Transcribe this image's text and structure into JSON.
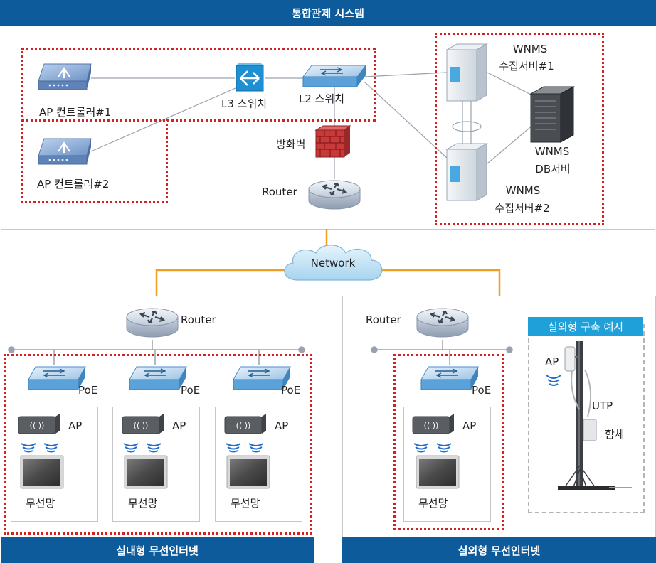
{
  "header": {
    "title": "통합관제 시스템"
  },
  "center": {
    "ap_controller_1": "AP 컨트롤러#1",
    "ap_controller_2": "AP 컨트롤러#2",
    "l3_switch": "L3 스위치",
    "l2_switch": "L2 스위치",
    "firewall": "방화벽",
    "router": "Router",
    "wnms_collect_1_line1": "WNMS",
    "wnms_collect_1_line2": "수집서버#1",
    "wnms_collect_2_line1": "WNMS",
    "wnms_collect_2_line2": "수집서버#2",
    "wnms_db_line1": "WNMS",
    "wnms_db_line2": "DB서버"
  },
  "network": {
    "label": "Network"
  },
  "indoor": {
    "router": "Router",
    "poe": "PoE",
    "ap": "AP",
    "wireless": "무선망",
    "footer": "실내형 무선인터넷"
  },
  "outdoor": {
    "router": "Router",
    "poe": "PoE",
    "ap": "AP",
    "wireless": "무선망",
    "footer": "실외형 무선인터넷",
    "example_title": "실외형 구축 예시",
    "example_ap": "AP",
    "example_utp": "UTP",
    "example_box": "함체"
  },
  "colors": {
    "header_bar": "#0d5b9b",
    "dotted_border": "#d42020",
    "network_link": "#f0a020",
    "example_title": "#1fa0d8"
  }
}
